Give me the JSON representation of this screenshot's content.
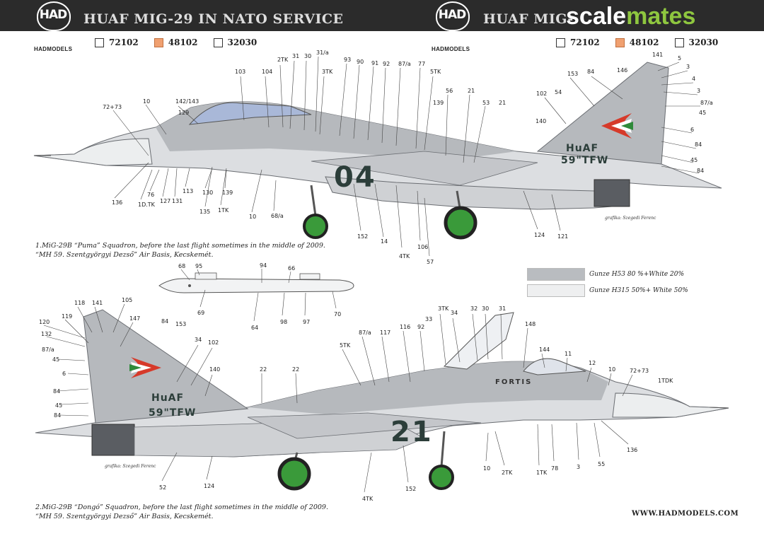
{
  "header": {
    "title_left": "HUAF MIG-29 IN NATO SERVICE",
    "title_right": "HUAF MIG-",
    "brand": "HADMODELS",
    "logo_text": "HAD",
    "codes": [
      "72102",
      "48102",
      "32030"
    ],
    "selected_code": "48102",
    "watermark_a": "scale",
    "watermark_b": "mates"
  },
  "profile1": {
    "tail_text_1": "HuAF",
    "tail_text_2": "59\"TFW",
    "side_number": "04",
    "caption_1": "1.MiG-29B “Puma” Squadron, before the last flight sometimes in the middle of 2009.",
    "caption_2": "“MH 59. Szentgyörgyi Dezső” Air Basis, Kecskemét.",
    "credit": "grafika: Szegedi Ferenc",
    "callouts": [
      "103",
      "104",
      "2TK",
      "31",
      "30",
      "31/a",
      "3TK",
      "93",
      "90",
      "91",
      "92",
      "87/a",
      "77",
      "5TK",
      "72+73",
      "10",
      "142/143",
      "129",
      "56",
      "21",
      "139",
      "53",
      "21",
      "102",
      "54",
      "153",
      "84",
      "146",
      "141",
      "5",
      "3",
      "4",
      "3",
      "87/a",
      "45",
      "140",
      "6",
      "84",
      "45",
      "84",
      "136",
      "1D.TK",
      "76",
      "127",
      "131",
      "113",
      "130",
      "139",
      "135",
      "1TK",
      "10",
      "68/a",
      "152",
      "14",
      "4TK",
      "106",
      "57",
      "124",
      "121"
    ]
  },
  "profile2": {
    "tail_text_1": "HuAF",
    "tail_text_2": "59\"TFW",
    "side_number": "21",
    "side_text": "FORTIS",
    "caption_1": "2.MiG-29B “Dongó” Squadron, before the last flight sometimes in the middle of 2009.",
    "caption_2": "“MH 59. Szentgyörgyi Dezső” Air Basis, Kecskemét.",
    "credit": "grafika: Szegedi Ferenc",
    "callouts": [
      "118",
      "141",
      "105",
      "120",
      "119",
      "147",
      "132",
      "84",
      "153",
      "87/a",
      "45",
      "6",
      "84",
      "45",
      "84",
      "34",
      "102",
      "140",
      "22",
      "22",
      "5TK",
      "87/a",
      "117",
      "116",
      "92",
      "3TK",
      "33",
      "34",
      "32",
      "30",
      "31",
      "148",
      "144",
      "11",
      "12",
      "10",
      "72+73",
      "1TDK",
      "52",
      "124",
      "152",
      "4TK",
      "10",
      "2TK",
      "1TK",
      "78",
      "3",
      "55",
      "136"
    ]
  },
  "tank": {
    "callouts": [
      "68",
      "95",
      "94",
      "66",
      "69",
      "64",
      "98",
      "97",
      "70"
    ]
  },
  "legend": [
    {
      "label": "Gunze H53 80 %+White 20%",
      "color": "#b9bcc0"
    },
    {
      "label": "Gunze H315 50%+ White 50%",
      "color": "#eeeff0"
    }
  ],
  "footer": {
    "website": "WWW.HADMODELS.COM"
  },
  "colors": {
    "header_band": "#2b2b2b",
    "dark_grey": "#b9bcc0",
    "light_grey": "#e6e8ea",
    "canopy": "#a9b8d8",
    "wheel_green": "#3a9a3a",
    "flag_red": "#d63a2a",
    "flag_green": "#2f8a3a"
  }
}
